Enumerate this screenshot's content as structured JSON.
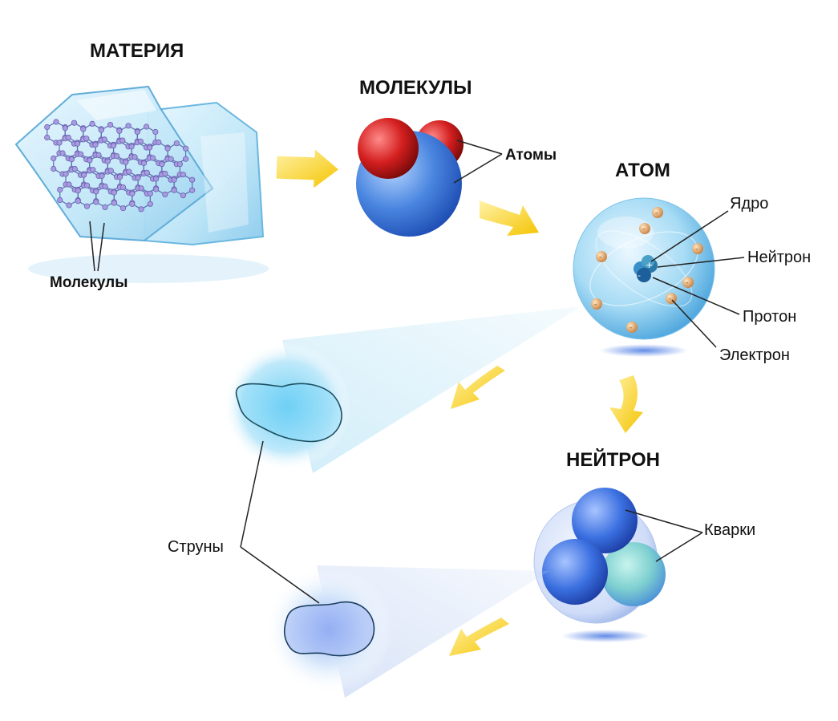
{
  "titles": {
    "matter": "МАТЕРИЯ",
    "molecules": "МОЛЕКУЛЫ",
    "atom": "АТОМ",
    "neutron": "НЕЙТРОН"
  },
  "labels": {
    "matter_molecules": "Молекулы",
    "atoms": "Атомы",
    "nucleus": "Ядро",
    "neutron": "Нейтрон",
    "proton": "Протон",
    "electron": "Электрон",
    "quarks": "Кварки",
    "strings": "Струны"
  },
  "colors": {
    "arrow": "#f5c400",
    "ice": "#bfe6f7",
    "oxygen": "#4a86e0",
    "hydrogen": "#d41f1f",
    "atom_shell": "#8fd0f0",
    "electron": "#e0a05a",
    "quark": "#3a6fe0",
    "quark_green": "#6fd0c8",
    "string_glow": "#7fd0f5",
    "line": "#222222"
  }
}
